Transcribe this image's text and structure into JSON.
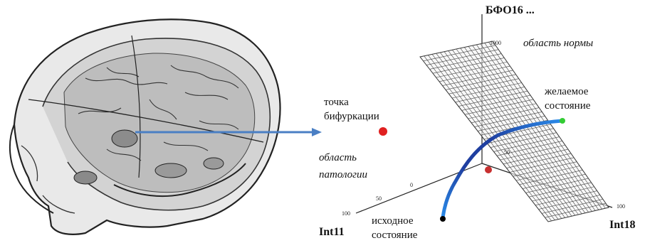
{
  "labels": {
    "z_axis": "БФО16 ...",
    "x_axis": "Int11",
    "y_axis": "Int18",
    "norm_region": "область нормы",
    "bifurcation_line1": "точка",
    "bifurcation_line2": "бифуркации",
    "desired_line1": "желаемое",
    "desired_line2": "состояние",
    "pathology_line1": "область",
    "pathology_line2": "патологии",
    "initial_line1": "исходное",
    "initial_line2": "состояние"
  },
  "ticks": {
    "z_top": "1000",
    "x_left": "100",
    "x_mid": "50",
    "x_zero": "0",
    "y_right": "100",
    "y_mid": "50"
  },
  "colors": {
    "arrow": "#4a7fc4",
    "trajectory_start": "#1f3fa0",
    "trajectory_end": "#2a8ae8",
    "start_point": "#000000",
    "end_point": "#33cc33",
    "bifurcation_point": "#e02020",
    "mid_point": "#c83030",
    "grid": "#444444"
  }
}
